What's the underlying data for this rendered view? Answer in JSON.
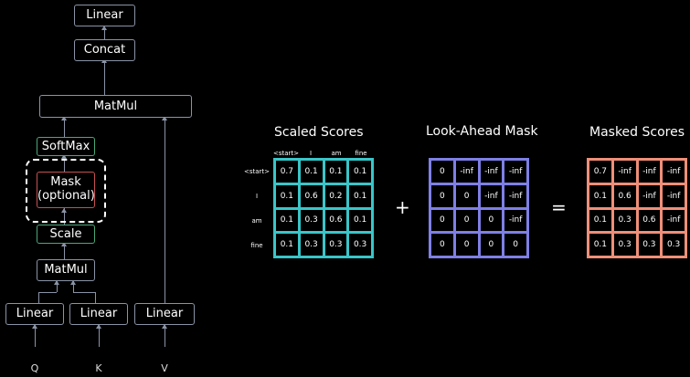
{
  "architecture": {
    "linear_top": "Linear",
    "concat": "Concat",
    "matmul_top": "MatMul",
    "softmax": "SoftMax",
    "mask_line1": "Mask",
    "mask_line2": "(optional)",
    "scale": "Scale",
    "matmul_bottom": "MatMul",
    "linear_q": "Linear",
    "linear_k": "Linear",
    "linear_v": "Linear",
    "input_q": "Q",
    "input_k": "K",
    "input_v": "V"
  },
  "scaled_scores": {
    "title": "Scaled Scores",
    "columns": [
      "<start>",
      "I",
      "am",
      "fine"
    ],
    "rows": [
      "<start>",
      "I",
      "am",
      "fine"
    ],
    "values": [
      [
        "0.7",
        "0.1",
        "0.1",
        "0.1"
      ],
      [
        "0.1",
        "0.6",
        "0.2",
        "0.1"
      ],
      [
        "0.1",
        "0.3",
        "0.6",
        "0.1"
      ],
      [
        "0.1",
        "0.3",
        "0.3",
        "0.3"
      ]
    ],
    "color": "#39c6c9"
  },
  "plus": "+",
  "look_ahead_mask": {
    "title": "Look-Ahead Mask",
    "values": [
      [
        "0",
        "-inf",
        "-inf",
        "-inf"
      ],
      [
        "0",
        "0",
        "-inf",
        "-inf"
      ],
      [
        "0",
        "0",
        "0",
        "-inf"
      ],
      [
        "0",
        "0",
        "0",
        "0"
      ]
    ],
    "color": "#7f7fe6"
  },
  "equals": "=",
  "masked_scores": {
    "title": "Masked Scores",
    "values": [
      [
        "0.7",
        "-inf",
        "-inf",
        "-inf"
      ],
      [
        "0.1",
        "0.6",
        "-inf",
        "-inf"
      ],
      [
        "0.1",
        "0.3",
        "0.6",
        "-inf"
      ],
      [
        "0.1",
        "0.3",
        "0.3",
        "0.3"
      ]
    ],
    "color": "#ef8f79"
  }
}
